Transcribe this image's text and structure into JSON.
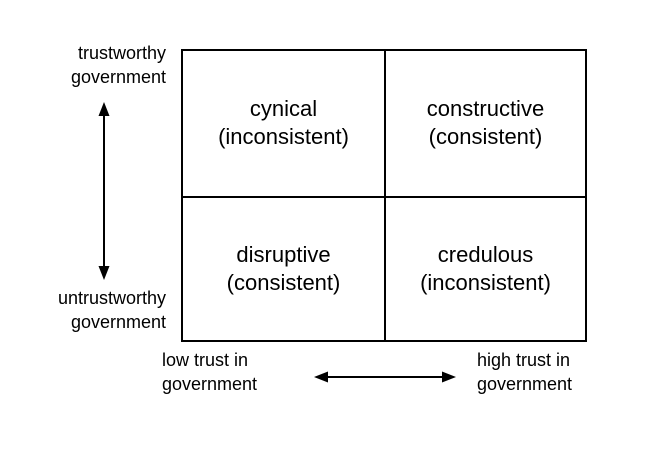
{
  "diagram": {
    "type": "2x2-matrix",
    "vertical_axis": {
      "name": "government trustworthiness",
      "top_label": {
        "line1": "trustworthy",
        "line2": "government"
      },
      "bottom_label": {
        "line1": "untrustworthy",
        "line2": "government"
      },
      "arrow": "double-headed-vertical"
    },
    "horizontal_axis": {
      "name": "citizen trust in government",
      "left_label": {
        "line1": "low trust in",
        "line2": "government"
      },
      "right_label": {
        "line1": "high trust in",
        "line2": "government"
      },
      "arrow": "double-headed-horizontal"
    },
    "quadrants": [
      {
        "position": "top-left",
        "name": "cynical",
        "line1": "cynical",
        "line2": "(inconsistent)"
      },
      {
        "position": "top-right",
        "name": "constructive",
        "line1": "constructive",
        "line2": "(consistent)"
      },
      {
        "position": "bottom-left",
        "name": "disruptive",
        "line1": "disruptive",
        "line2": "(consistent)"
      },
      {
        "position": "bottom-right",
        "name": "credulous",
        "line1": "credulous",
        "line2": "(inconsistent)"
      }
    ],
    "colors": {
      "background": "#ffffff",
      "line": "#000000",
      "text": "#000000"
    }
  }
}
